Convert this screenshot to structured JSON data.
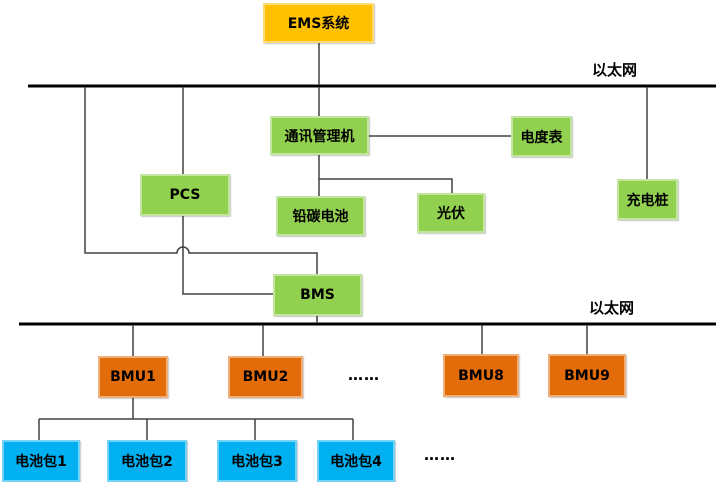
{
  "diagram": {
    "type": "system-architecture-tree",
    "colors": {
      "ems_yellow": "#FFC000",
      "device_green": "#92D050",
      "bmu_orange": "#E36C0A",
      "battery_cyan": "#00B0F0",
      "wire_gray": "#404040",
      "bus_black": "#000000",
      "text": "#000000",
      "background": "#FFFFFF"
    },
    "nodes": {
      "ems": {
        "label": "EMS系统"
      },
      "comm_manager": {
        "label": "通讯管理机"
      },
      "energy_meter": {
        "label": "电度表"
      },
      "pcs": {
        "label": "PCS"
      },
      "lead_carbon_battery": {
        "label": "铅碳电池"
      },
      "photovoltaic": {
        "label": "光伏"
      },
      "charging_pile": {
        "label": "充电桩"
      },
      "bms": {
        "label": "BMS"
      },
      "bmu1": {
        "label": "BMU1"
      },
      "bmu2": {
        "label": "BMU2"
      },
      "bmu8": {
        "label": "BMU8"
      },
      "bmu9": {
        "label": "BMU9"
      },
      "battery_pack1": {
        "label": "电池包1"
      },
      "battery_pack2": {
        "label": "电池包2"
      },
      "battery_pack3": {
        "label": "电池包3"
      },
      "battery_pack4": {
        "label": "电池包4"
      }
    },
    "labels": {
      "ethernet_top": "以太网",
      "ethernet_bottom": "以太网",
      "bmu_ellipsis": "……",
      "battery_ellipsis": "……"
    }
  }
}
